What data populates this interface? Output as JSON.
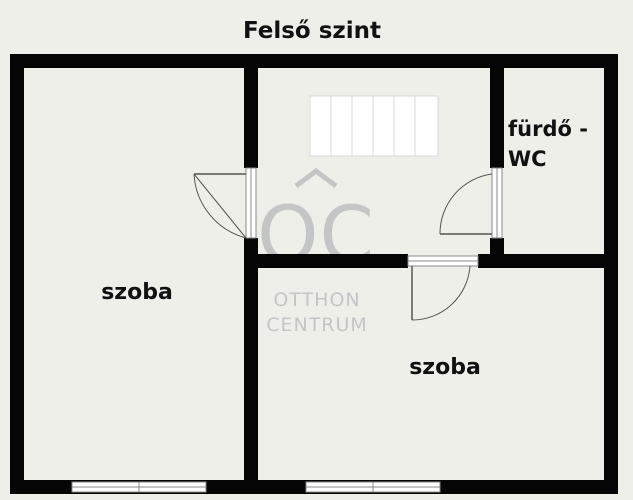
{
  "title": "Felső szint",
  "rooms": [
    {
      "id": "left-room",
      "label": "szoba"
    },
    {
      "id": "lower-right-room",
      "label": "szoba"
    },
    {
      "id": "bathroom",
      "label_line1": "fürdő -",
      "label_line2": "WC"
    }
  ],
  "watermark": {
    "monogram": "OC",
    "line1": "OTTHON",
    "line2": "CENTRUM"
  },
  "colors": {
    "wall": "#050505",
    "floor": "#efefea",
    "stairs": "#ffffff",
    "watermark": "#c4c6c5"
  }
}
